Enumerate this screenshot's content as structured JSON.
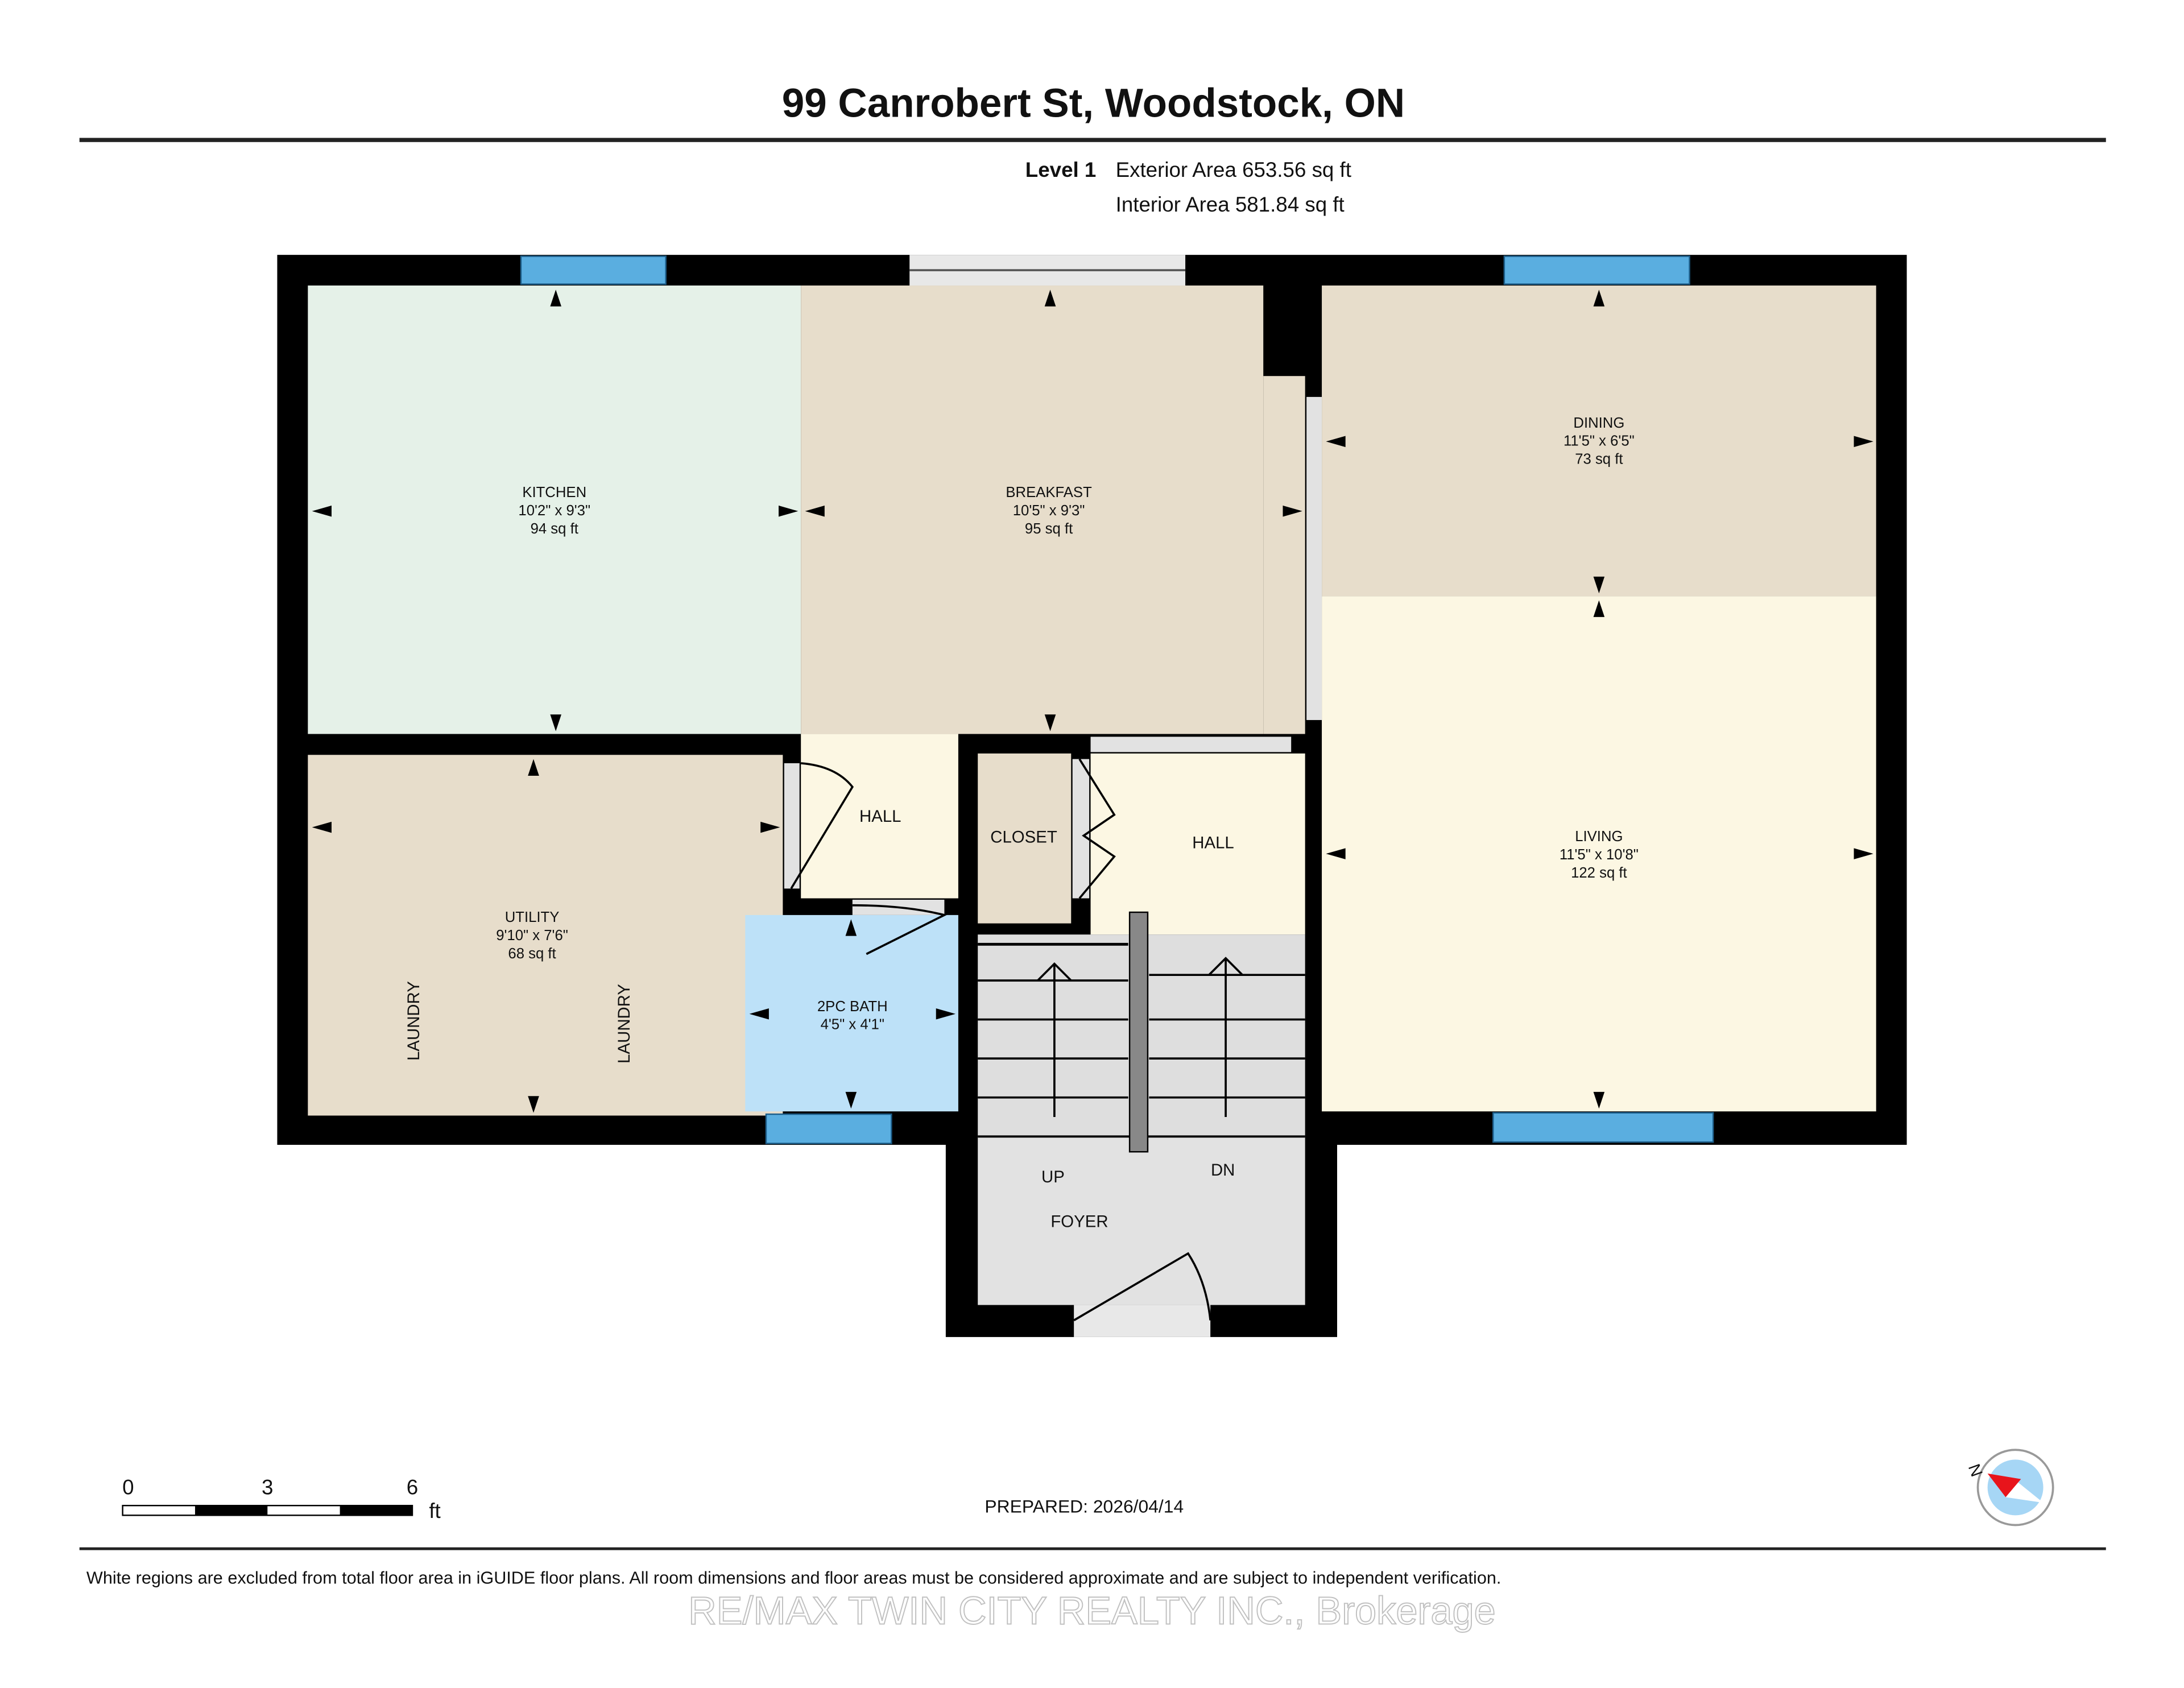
{
  "header": {
    "title": "99 Canrobert St, Woodstock, ON",
    "level": "Level 1",
    "exterior_area": "Exterior Area 653.56 sq ft",
    "interior_area": "Interior Area 581.84 sq ft"
  },
  "rooms": {
    "kitchen": {
      "name": "KITCHEN",
      "dims": "10'2\" x 9'3\"",
      "area": "94 sq ft"
    },
    "breakfast": {
      "name": "BREAKFAST",
      "dims": "10'5\" x 9'3\"",
      "area": "95 sq ft"
    },
    "dining": {
      "name": "DINING",
      "dims": "11'5\" x 6'5\"",
      "area": "73 sq ft"
    },
    "living": {
      "name": "LIVING",
      "dims": "11'5\" x 10'8\"",
      "area": "122 sq ft"
    },
    "utility": {
      "name": "UTILITY",
      "dims": "9'10\" x 7'6\"",
      "area": "68 sq ft"
    },
    "bath": {
      "name": "2PC BATH",
      "dims": "4'5\" x 4'1\""
    },
    "hall1": {
      "name": "HALL"
    },
    "hall2": {
      "name": "HALL"
    },
    "closet": {
      "name": "CLOSET"
    },
    "foyer": {
      "name": "FOYER"
    },
    "laundry_left": "LAUNDRY",
    "laundry_right": "LAUNDRY",
    "stairs_up": "UP",
    "stairs_down": "DN"
  },
  "colors": {
    "kitchen": "#e5f1e8",
    "tan": "#e7ddcb",
    "cream": "#fcf7e3",
    "bath": "#bde1f8",
    "stairs": "#dedede",
    "window": "#5aaee0",
    "compass_red": "#e8141b"
  },
  "scale_bar": {
    "ticks": [
      "0",
      "3",
      "6"
    ],
    "unit": "ft"
  },
  "prepared": "PREPARED: 2026/04/14",
  "compass": {
    "label": "N"
  },
  "footer": {
    "disclaimer": "White regions are excluded from total floor area in iGUIDE floor plans. All room dimensions and floor areas must be considered approximate and are subject to independent verification.",
    "watermark": "RE/MAX TWIN CITY REALTY INC., Brokerage"
  }
}
